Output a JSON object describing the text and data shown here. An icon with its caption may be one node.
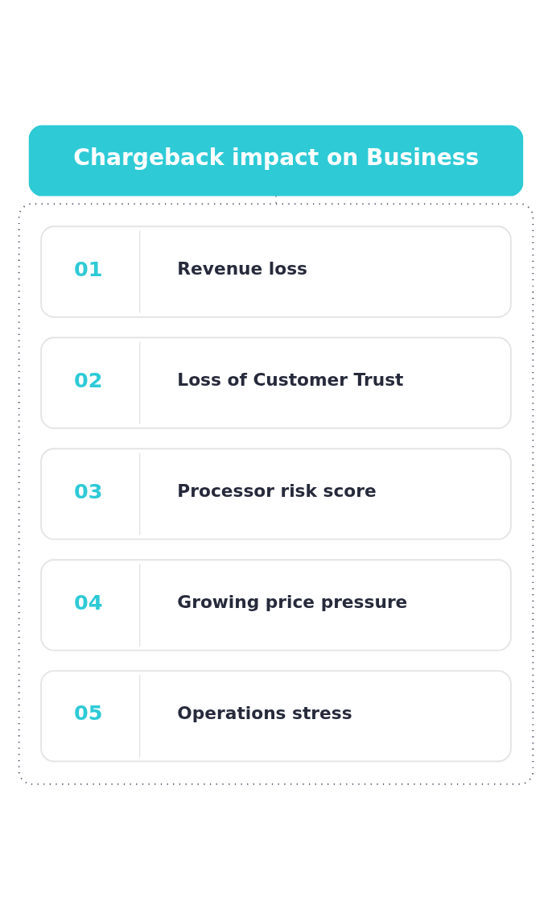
{
  "diagram": {
    "nodes": [
      {
        "text": [
          "Chargeback impact on Business"
        ]
      },
      {
        "text": [],
        "shape": "box"
      },
      {
        "text": [
          "01",
          "Revenue loss"
        ],
        "in": 1
      },
      {
        "text": [
          "02",
          "Loss of Customer Trust"
        ],
        "in": 1
      },
      {
        "text": [
          "03",
          "Processor risk score"
        ],
        "in": 1
      },
      {
        "text": [
          "04",
          "Growing price pressure"
        ],
        "in": 1
      },
      {
        "text": [
          "05",
          "Operations stress"
        ],
        "in": 1
      }
    ],
    "edges": [
      {
        "from": 0,
        "to": 1,
        "arrow": "none",
        "style": "dashed"
      }
    ]
  }
}
